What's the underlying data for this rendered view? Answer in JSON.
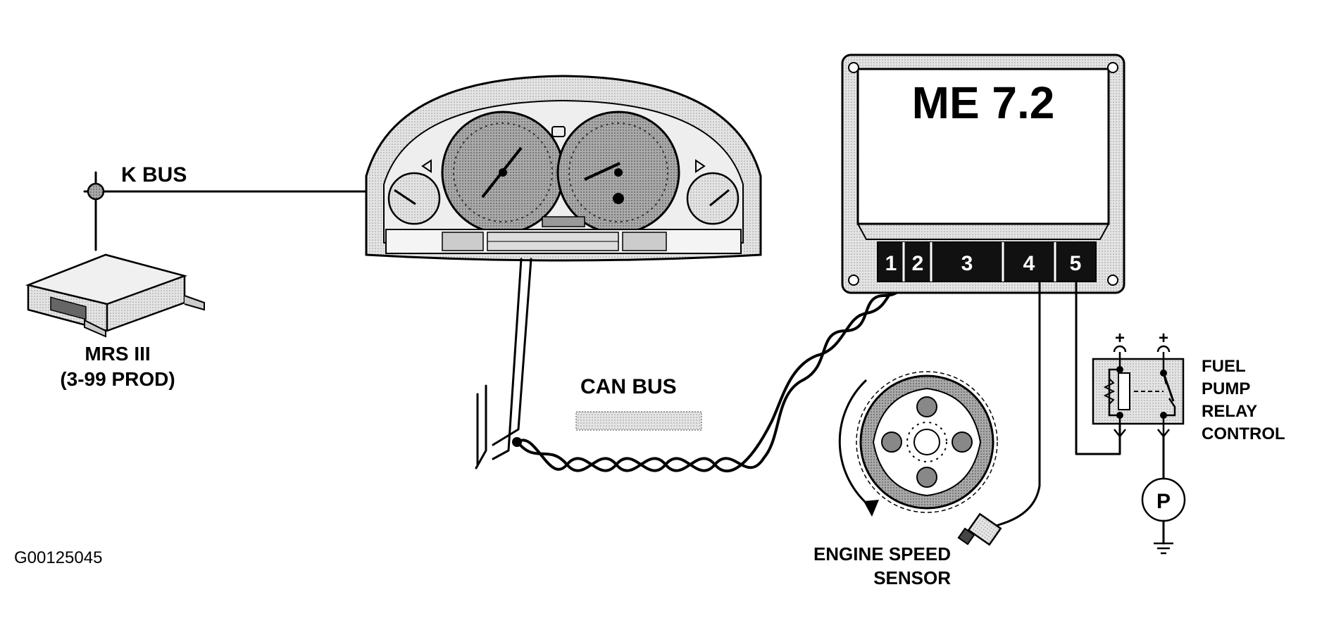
{
  "figure_code": "G00125045",
  "labels": {
    "k_bus": "K BUS",
    "can_bus": "CAN BUS",
    "mrs_line1": "MRS III",
    "mrs_line2": "(3-99 PROD)",
    "ecu_title": "ME 7.2",
    "engine_sensor_line1": "ENGINE SPEED",
    "engine_sensor_line2": "SENSOR",
    "relay_line1": "FUEL",
    "relay_line2": "PUMP",
    "relay_line3": "RELAY",
    "relay_line4": "CONTROL",
    "pump_symbol": "P",
    "plus_left": "+",
    "plus_right": "+"
  },
  "ecu_pins": [
    "1",
    "2",
    "3",
    "4",
    "5"
  ],
  "colors": {
    "line": "#000000",
    "shading": "#c8c8c8",
    "light_shading": "#e6e6e6",
    "background": "#ffffff"
  }
}
